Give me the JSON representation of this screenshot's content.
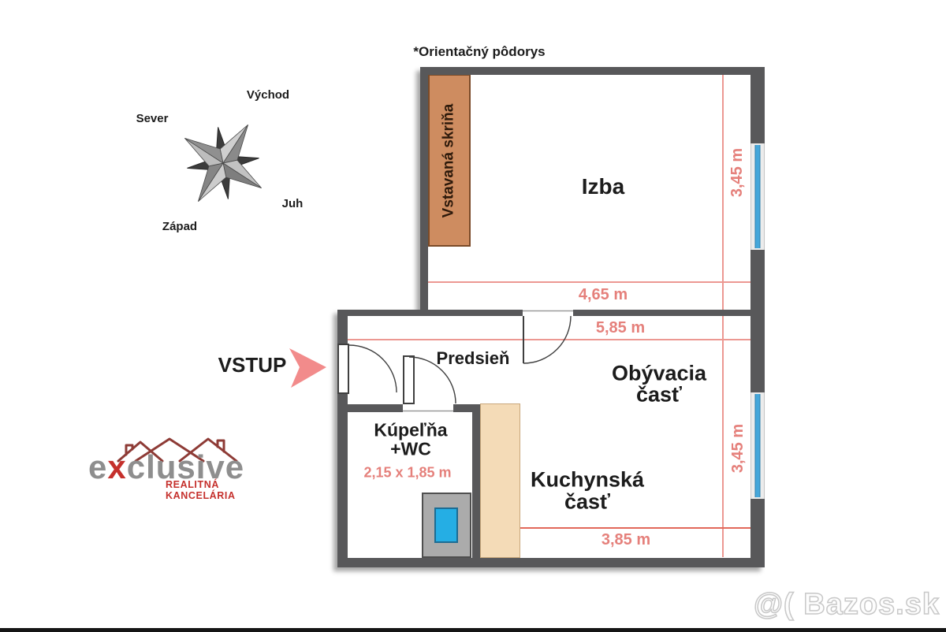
{
  "title": "*Orientačný pôdorys",
  "compass": {
    "labels": {
      "north": "Sever",
      "east": "Východ",
      "south": "Juh",
      "west": "Západ"
    }
  },
  "entrance": {
    "label": "VSTUP"
  },
  "rooms": {
    "izba": {
      "name": "Izba"
    },
    "predsien": {
      "name": "Predsieň"
    },
    "kupelna": {
      "name_line1": "Kúpeľňa",
      "name_line2": "+WC",
      "dimensions": "2,15 x 1,85 m"
    },
    "obyvacia": {
      "name_line1": "Obývacia",
      "name_line2": "časť"
    },
    "kuchynska": {
      "name_line1": "Kuchynská",
      "name_line2": "časť"
    }
  },
  "fixtures": {
    "wardrobe": "Vstavaná skriňa"
  },
  "dimensions": {
    "izba_width": "4,65 m",
    "izba_depth": "3,45 m",
    "hall_width": "5,85 m",
    "living_depth": "3,45 m",
    "kitchen_width": "3,85 m"
  },
  "logo": {
    "brand_pre": "e",
    "brand_accent": "x",
    "brand_post": "clusive",
    "tagline": "REALITNÁ KANCELÁRIA"
  },
  "watermark": "@( Bazos.sk",
  "colors": {
    "wall": "#58585a",
    "dimension": "#e8817d",
    "window_glass": "#45a7da",
    "wardrobe": "#ce8c60",
    "kitchen_counter": "#f4dbb7",
    "shower_tray": "#25aee4",
    "entrance_arrow": "#f28b8b",
    "logo_red": "#c5302c",
    "logo_gray": "#8e8e8e"
  }
}
